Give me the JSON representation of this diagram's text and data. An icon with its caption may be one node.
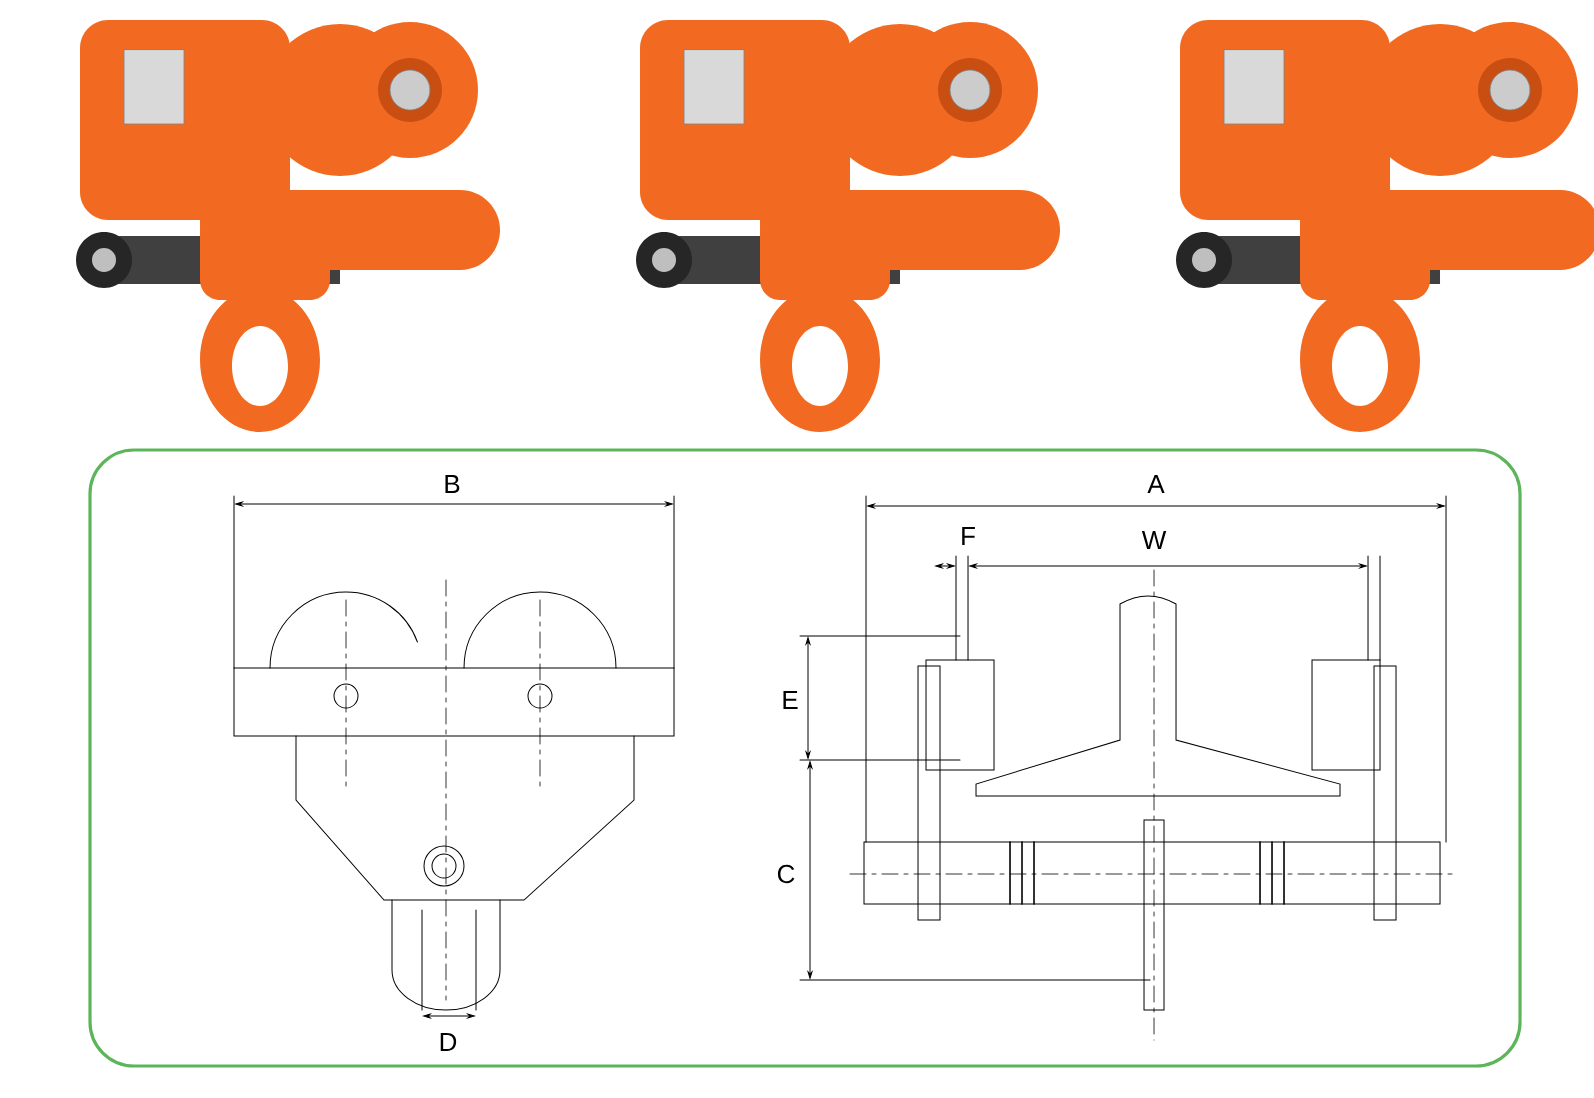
{
  "diagram": {
    "labels": [
      "B",
      "A",
      "F",
      "W",
      "E",
      "C",
      "D"
    ]
  }
}
